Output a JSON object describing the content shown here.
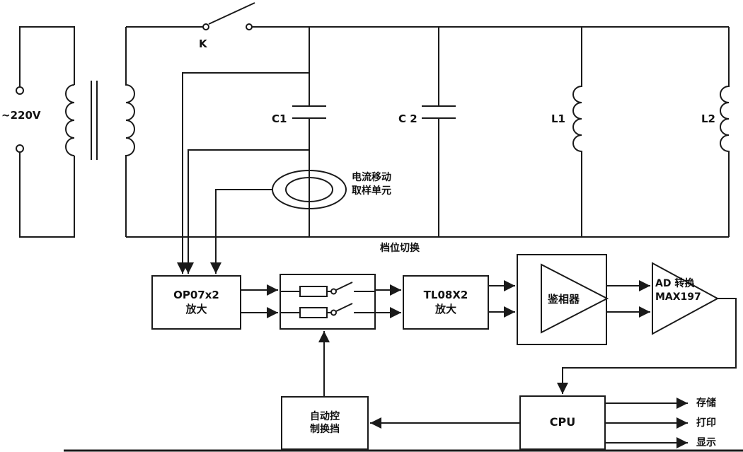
{
  "diagram": {
    "source_label": "~220V",
    "switch_label": "K",
    "c1_label": "C1",
    "c2_label": "C 2",
    "l1_label": "L1",
    "l2_label": "L2",
    "sampler_line1": "电流移动",
    "sampler_line2": "取样单元",
    "gear_label": "档位切换",
    "op07_line1": "OP07x2",
    "op07_line2": "放大",
    "tl08_line1": "TL08X2",
    "tl08_line2": "放大",
    "phase_label": "鉴相器",
    "ad_line1": "AD 转换",
    "ad_line2": "MAX197",
    "cpu_label": "CPU",
    "auto_line1": "自动控",
    "auto_line2": "制换挡",
    "output1": "存储",
    "output2": "打印",
    "output3": "显示",
    "line_color": "#1a1a1a",
    "bg_color": "#ffffff"
  }
}
